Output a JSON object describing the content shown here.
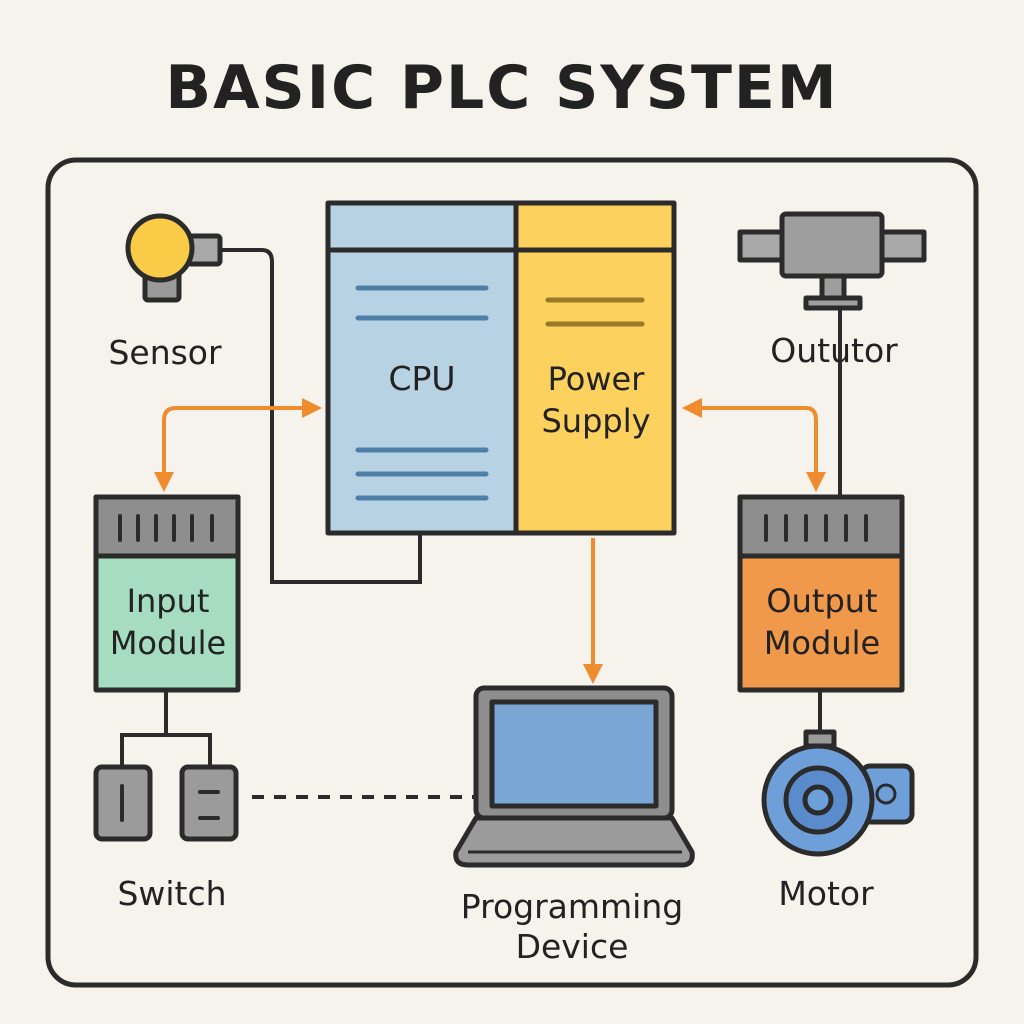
{
  "title": "BASIC PLC SYSTEM",
  "components": {
    "cpu": "CPU",
    "power_supply": [
      "Power",
      "Supply"
    ],
    "input_module": [
      "Input",
      "Module"
    ],
    "output_module": [
      "Output",
      "Module"
    ],
    "sensor": "Sensor",
    "actuator": "Oututor",
    "switch": "Switch",
    "programming_device": [
      "Programming",
      "Device"
    ],
    "motor": "Motor"
  },
  "colors": {
    "background": "#f6f2ec",
    "cpu": "#b7d3e3",
    "power_supply": "#fcd15e",
    "input_module": "#a6dcc0",
    "output_module": "#f0994a",
    "arrow": "#ee8c2e",
    "sensor": "#f9cb47",
    "laptop_screen": "#7aa6d6",
    "motor": "#6f9fd8"
  }
}
